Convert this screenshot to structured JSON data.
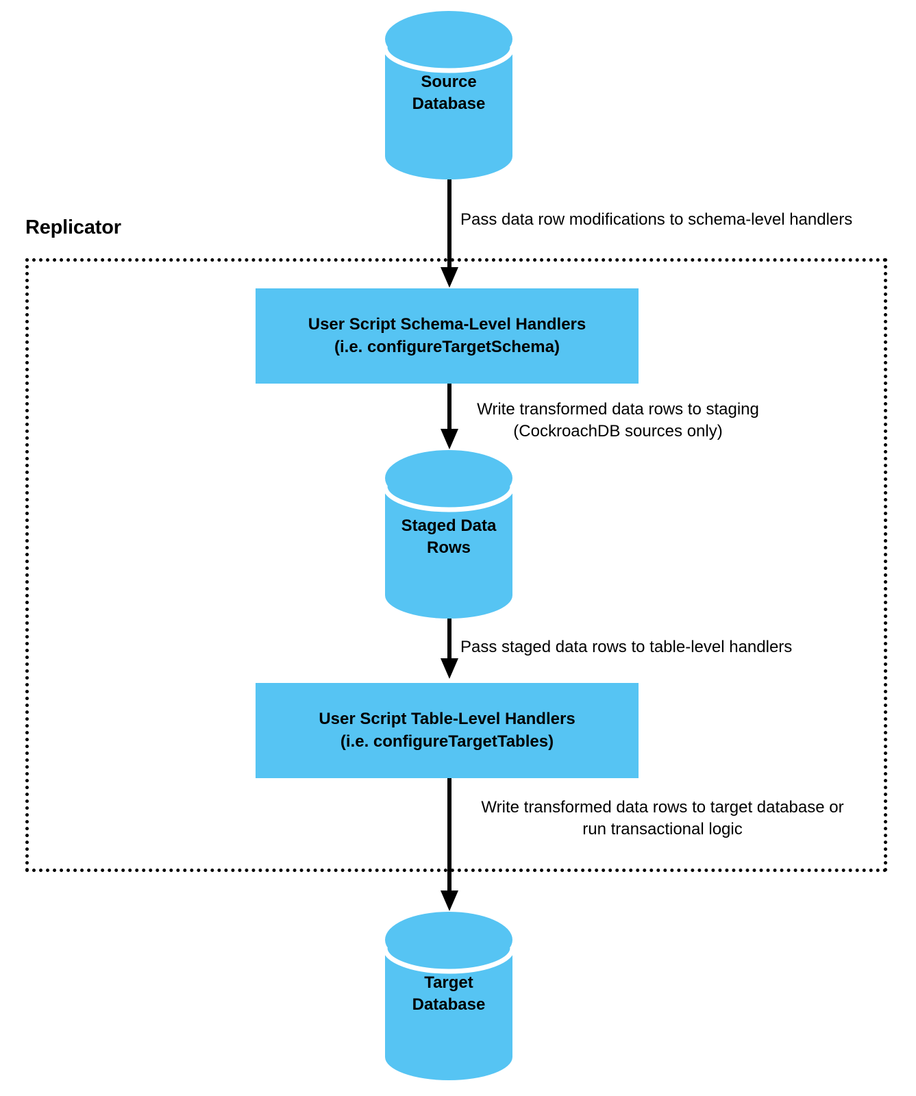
{
  "diagram": {
    "type": "flowchart",
    "title": "",
    "colors": {
      "node_fill": "#56c4f3",
      "stroke": "#000000",
      "background": "#ffffff",
      "text": "#000000"
    },
    "group": {
      "label": "Replicator",
      "border_style": "dotted"
    },
    "nodes": [
      {
        "id": "source-database",
        "shape": "cylinder",
        "label": "Source\nDatabase"
      },
      {
        "id": "schema-level-handlers",
        "shape": "rectangle",
        "label": "User Script Schema-Level Handlers\n(i.e. configureTargetSchema)"
      },
      {
        "id": "staged-data-rows",
        "shape": "cylinder",
        "label": "Staged Data\nRows"
      },
      {
        "id": "table-level-handlers",
        "shape": "rectangle",
        "label": "User Script Table-Level Handlers\n(i.e. configureTargetTables)"
      },
      {
        "id": "target-database",
        "shape": "cylinder",
        "label": "Target\nDatabase"
      }
    ],
    "edges": [
      {
        "id": "edge-source-to-schema-handlers",
        "from": "source-database",
        "to": "schema-level-handlers",
        "label": "Pass data row modifications to schema-level handlers"
      },
      {
        "id": "edge-schema-handlers-to-staging",
        "from": "schema-level-handlers",
        "to": "staged-data-rows",
        "label": "Write transformed data rows to staging\n(CockroachDB sources only)"
      },
      {
        "id": "edge-staging-to-table-handlers",
        "from": "staged-data-rows",
        "to": "table-level-handlers",
        "label": "Pass staged data rows to table-level handlers"
      },
      {
        "id": "edge-table-handlers-to-target",
        "from": "table-level-handlers",
        "to": "target-database",
        "label": "Write transformed data rows to target database or\nrun transactional logic"
      }
    ]
  }
}
